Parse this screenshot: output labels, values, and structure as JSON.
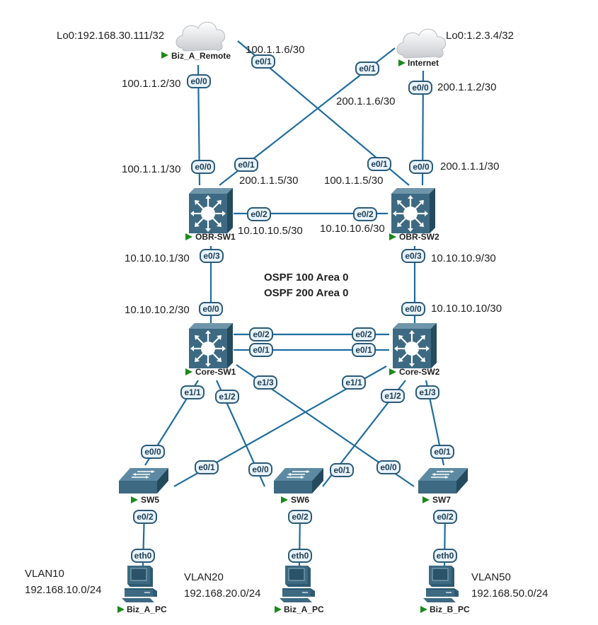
{
  "colors": {
    "link": "#1f6d9e",
    "device": "#3d6a82",
    "play": "#1a8a1a",
    "port_fill": "#e8f3fb",
    "port_stroke": "#2c5a78"
  },
  "nodes": {
    "biz_a_remote": {
      "name": "Biz_A_Remote",
      "icon": "cloud-icon",
      "loopback": "Lo0:192.168.30.111/32"
    },
    "internet": {
      "name": "Internet",
      "icon": "cloud-icon",
      "loopback": "Lo0:1.2.3.4/32"
    },
    "obr_sw1": {
      "name": "OBR-SW1",
      "icon": "l3-switch-icon"
    },
    "obr_sw2": {
      "name": "OBR-SW2",
      "icon": "l3-switch-icon"
    },
    "core_sw1": {
      "name": "Core-SW1",
      "icon": "l3-switch-icon"
    },
    "core_sw2": {
      "name": "Core-SW2",
      "icon": "l3-switch-icon"
    },
    "sw5": {
      "name": "SW5",
      "icon": "l2-switch-icon"
    },
    "sw6": {
      "name": "SW6",
      "icon": "l2-switch-icon"
    },
    "sw7": {
      "name": "SW7",
      "icon": "l2-switch-icon"
    },
    "pc1": {
      "name": "Biz_A_PC",
      "icon": "pc-icon",
      "vlan": "VLAN10",
      "subnet": "192.168.10.0/24"
    },
    "pc2": {
      "name": "Biz_A_PC",
      "icon": "pc-icon",
      "vlan": "VLAN20",
      "subnet": "192.168.20.0/24"
    },
    "pc3": {
      "name": "Biz_B_PC",
      "icon": "pc-icon",
      "vlan": "VLAN50",
      "subnet": "192.168.50.0/24"
    }
  },
  "ospf": {
    "line1": "OSPF 100  Area 0",
    "line2": "OSPF 200  Area 0"
  },
  "ports": {
    "remote_e00": "e0/0",
    "remote_e01": "e0/1",
    "inet_e01": "e0/1",
    "inet_e00": "e0/0",
    "obr1_e00": "e0/0",
    "obr1_e01": "e0/1",
    "obr1_e02": "e0/2",
    "obr1_e03": "e0/3",
    "obr2_e01": "e0/1",
    "obr2_e00": "e0/0",
    "obr2_e02": "e0/2",
    "obr2_e03": "e0/3",
    "core1_e00": "e0/0",
    "core1_e02": "e0/2",
    "core1_e01": "e0/1",
    "core1_e11": "e1/1",
    "core1_e12": "e1/2",
    "core1_e13": "e1/3",
    "core2_e00": "e0/0",
    "core2_e02": "e0/2",
    "core2_e01": "e0/1",
    "core2_e11": "e1/1",
    "core2_e12": "e1/2",
    "core2_e13": "e1/3",
    "sw5_e00": "e0/0",
    "sw5_e01": "e0/1",
    "sw5_e02": "e0/2",
    "sw6_e00": "e0/0",
    "sw6_e01": "e0/1",
    "sw6_e02": "e0/2",
    "sw7_e01": "e0/1",
    "sw7_e00": "e0/0",
    "sw7_e02": "e0/2",
    "pc1_eth0": "eth0",
    "pc2_eth0": "eth0",
    "pc3_eth0": "eth0"
  },
  "ips": {
    "remote_e00": "100.1.1.2/30",
    "remote_e01": "100.1.1.6/30",
    "inet_e00": "200.1.1.2/30",
    "inet_e01": "200.1.1.6/30",
    "obr1_e00": "100.1.1.1/30",
    "obr1_e01": "200.1.1.5/30",
    "obr1_e02": "10.10.10.5/30",
    "obr1_e03": "10.10.10.1/30",
    "obr2_e01": "100.1.1.5/30",
    "obr2_e00": "200.1.1.1/30",
    "obr2_e02": "10.10.10.6/30",
    "obr2_e03": "10.10.10.9/30",
    "core1_e00": "10.10.10.2/30",
    "core2_e00": "10.10.10.10/30"
  }
}
